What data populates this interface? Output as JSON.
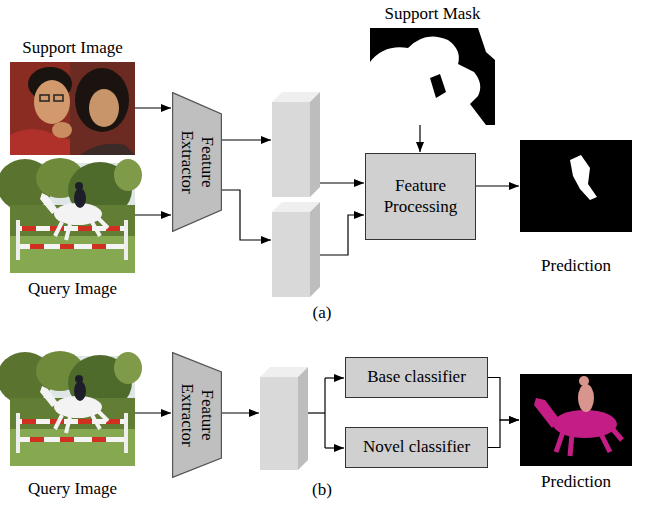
{
  "diagram": {
    "nodes": [
      {
        "text": [
          "Support Image"
        ]
      },
      {
        "text": [
          "Query Image"
        ]
      },
      {
        "text": [
          "Feature Extractor"
        ]
      },
      {
        "text": [
          "Support Mask"
        ]
      },
      {
        "text": [
          "Feature Processing"
        ]
      },
      {
        "text": [
          "Prediction"
        ]
      },
      {
        "text": [
          "Query Image"
        ]
      },
      {
        "text": [
          "Feature Extractor"
        ]
      },
      {
        "text": [
          "Base classifier"
        ]
      },
      {
        "text": [
          "Novel classifier"
        ]
      },
      {
        "text": [
          "Prediction"
        ]
      }
    ],
    "edges": [
      {
        "from": 0,
        "to": 2,
        "arrow": "to"
      },
      {
        "from": 1,
        "to": 2,
        "arrow": "to"
      },
      {
        "from": 3,
        "to": 4,
        "arrow": "to"
      },
      {
        "from": 4,
        "to": 5,
        "arrow": "to"
      },
      {
        "from": 6,
        "to": 7,
        "arrow": "to"
      },
      {
        "from": 8,
        "to": 10,
        "arrow": "to"
      },
      {
        "from": 9,
        "to": 10,
        "arrow": "to"
      }
    ],
    "labels": [
      "(a)",
      "(b)"
    ]
  }
}
